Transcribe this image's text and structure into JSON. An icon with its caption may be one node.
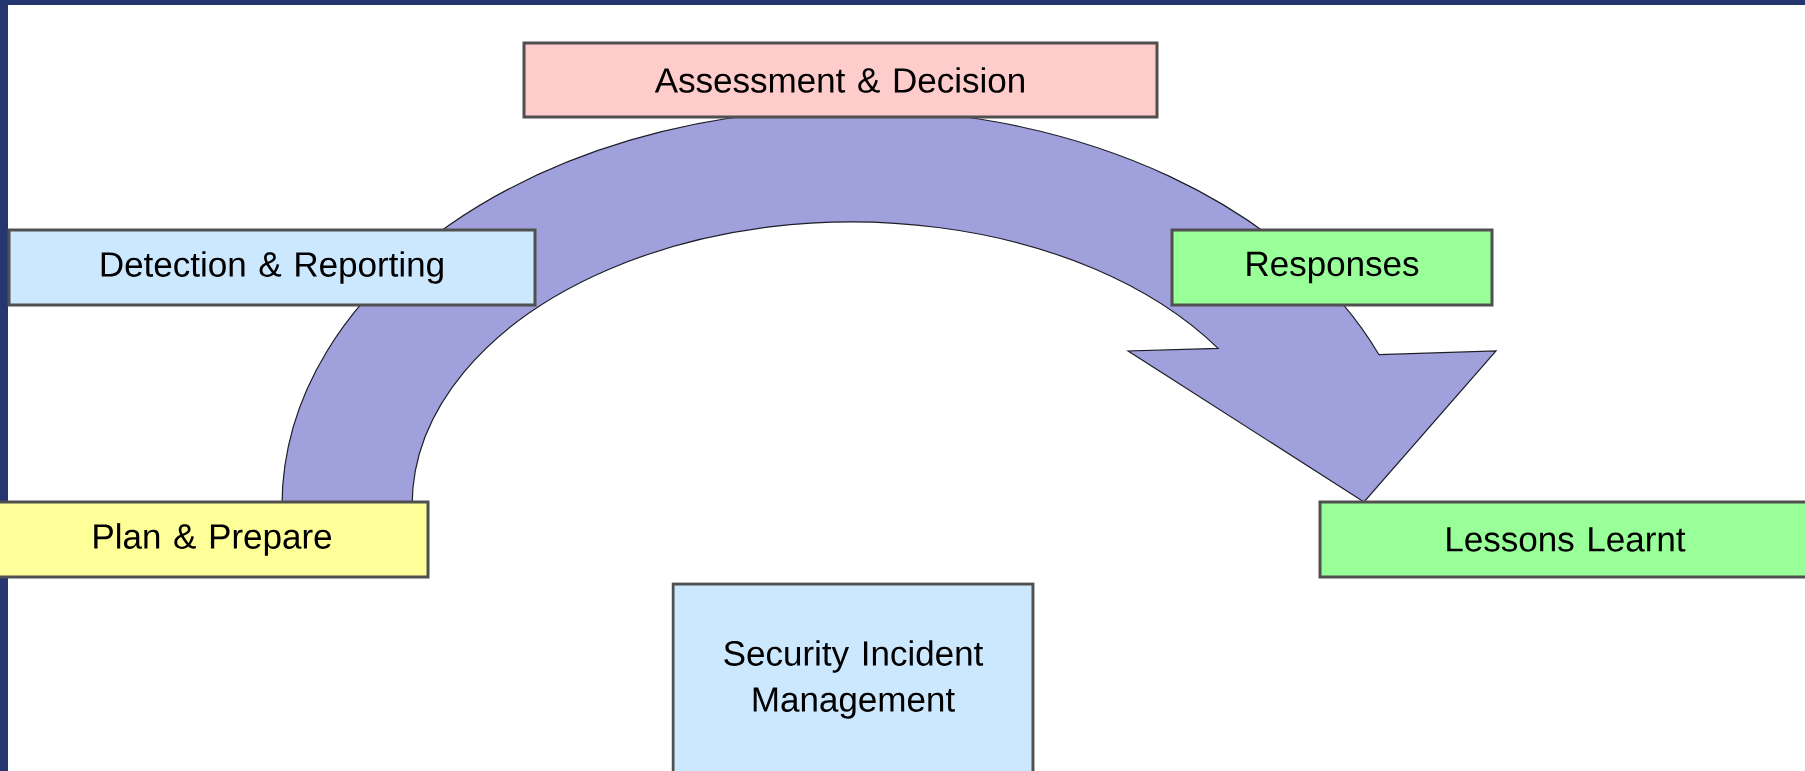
{
  "diagram": {
    "nodes": [
      {
        "text": [
          "Assessment & Decision"
        ]
      },
      {
        "text": [
          "Detection & Reporting"
        ]
      },
      {
        "text": [
          "Responses"
        ]
      },
      {
        "text": [
          "Plan & Prepare"
        ]
      },
      {
        "text": [
          "Lessons Learnt"
        ]
      },
      {
        "text": [
          "Security Incident Management"
        ]
      }
    ],
    "edges": [
      {
        "from": 3,
        "to": 4,
        "arrow": "to",
        "style": "thick"
      }
    ]
  }
}
